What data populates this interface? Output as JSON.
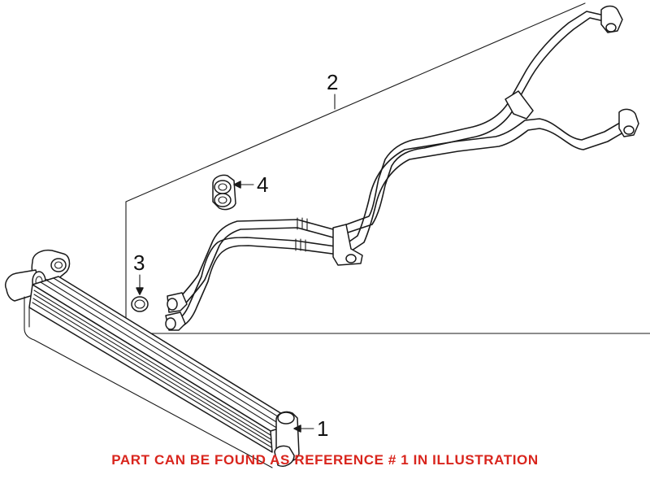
{
  "diagram": {
    "callouts": [
      {
        "id": "1",
        "label": "1"
      },
      {
        "id": "2",
        "label": "2"
      },
      {
        "id": "3",
        "label": "3"
      },
      {
        "id": "4",
        "label": "4"
      }
    ],
    "caption": "PART CAN BE FOUND AS REFERENCE # 1 IN ILLUSTRATION",
    "caption_color": "#d9251d",
    "line_color": "#1a1a1a",
    "background_color": "#ffffff"
  }
}
